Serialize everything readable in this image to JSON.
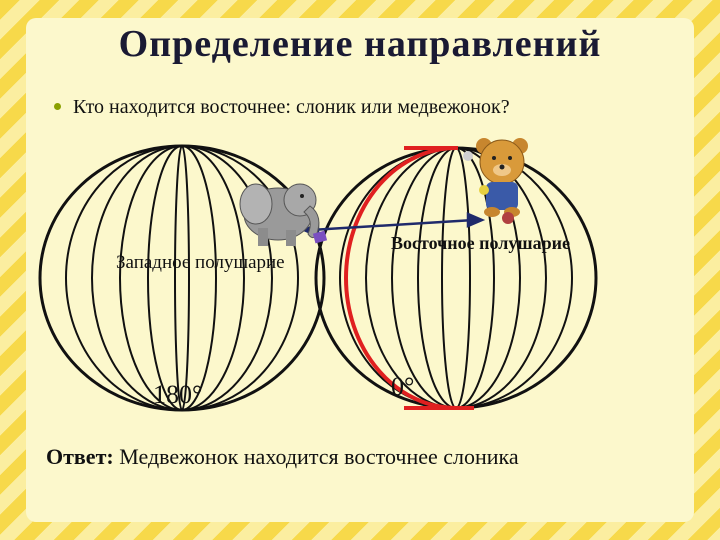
{
  "title": "Определение направлений",
  "question": "Кто находится восточнее: слоник или медвежонок?",
  "labels": {
    "west_hemisphere": "Западное полушарие",
    "east_hemisphere": "Восточное полушарие",
    "meridian_180": "180°",
    "meridian_0": "0°"
  },
  "answer": {
    "prefix": "Ответ:",
    "text": "Медвежонок находится восточнее слоника"
  },
  "colors": {
    "prime_meridian": "#e02020",
    "arrow": "#1f2a6b",
    "bullet": "#8aa000"
  },
  "icons": [
    "elephant-icon",
    "bear-icon"
  ]
}
